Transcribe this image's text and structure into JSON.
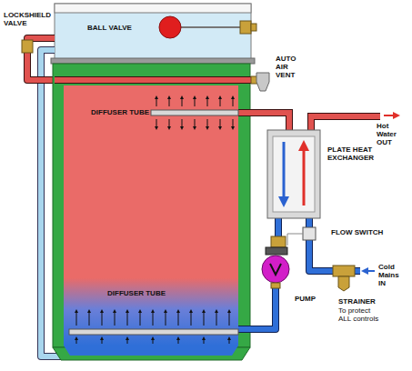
{
  "diagram": {
    "labels": [
      "BALL VALVE",
      "LOCKSHIELD VALVE",
      "AUTO AIR VENT",
      "DIFFUSER TUBE",
      "Hot Water OUT",
      "PLATE HEAT EXCHANGER",
      "FLOW SWITCH",
      "Cold Mains IN",
      "PUMP",
      "STRAINER",
      "To protect ALL controls",
      "DIFFUSER TUBE"
    ]
  }
}
